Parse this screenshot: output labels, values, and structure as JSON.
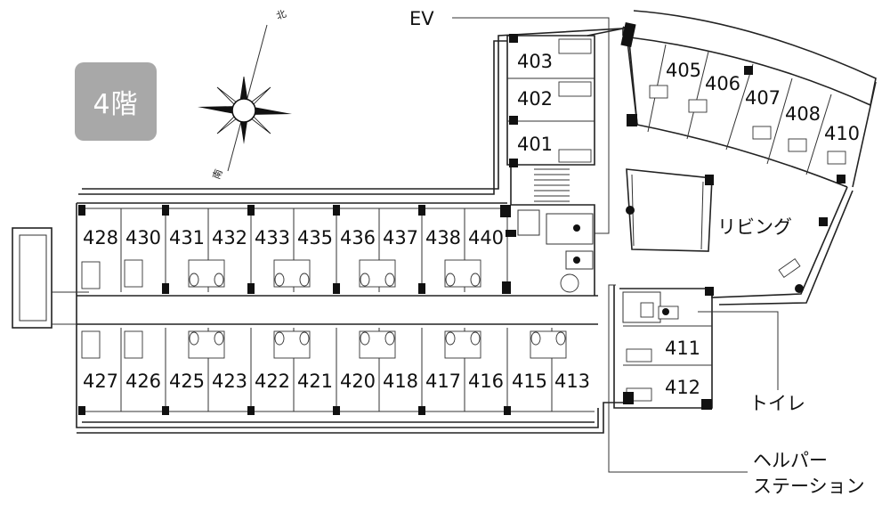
{
  "floor": {
    "label": "4階"
  },
  "compass": {
    "north": "北",
    "south": "南"
  },
  "labels": {
    "ev": "EV",
    "living": "リビング",
    "toilet": "トイレ",
    "helper_station_line1": "ヘルパー",
    "helper_station_line2": "ステーション"
  },
  "rooms": {
    "r403": "403",
    "r402": "402",
    "r401": "401",
    "r405": "405",
    "r406": "406",
    "r407": "407",
    "r408": "408",
    "r410": "410",
    "r428": "428",
    "r430": "430",
    "r431": "431",
    "r432": "432",
    "r433": "433",
    "r435": "435",
    "r436": "436",
    "r437": "437",
    "r438": "438",
    "r440": "440",
    "r427": "427",
    "r426": "426",
    "r425": "425",
    "r423": "423",
    "r422": "422",
    "r421": "421",
    "r420": "420",
    "r418": "418",
    "r417": "417",
    "r416": "416",
    "r415": "415",
    "r413": "413",
    "r411": "411",
    "r412": "412"
  }
}
